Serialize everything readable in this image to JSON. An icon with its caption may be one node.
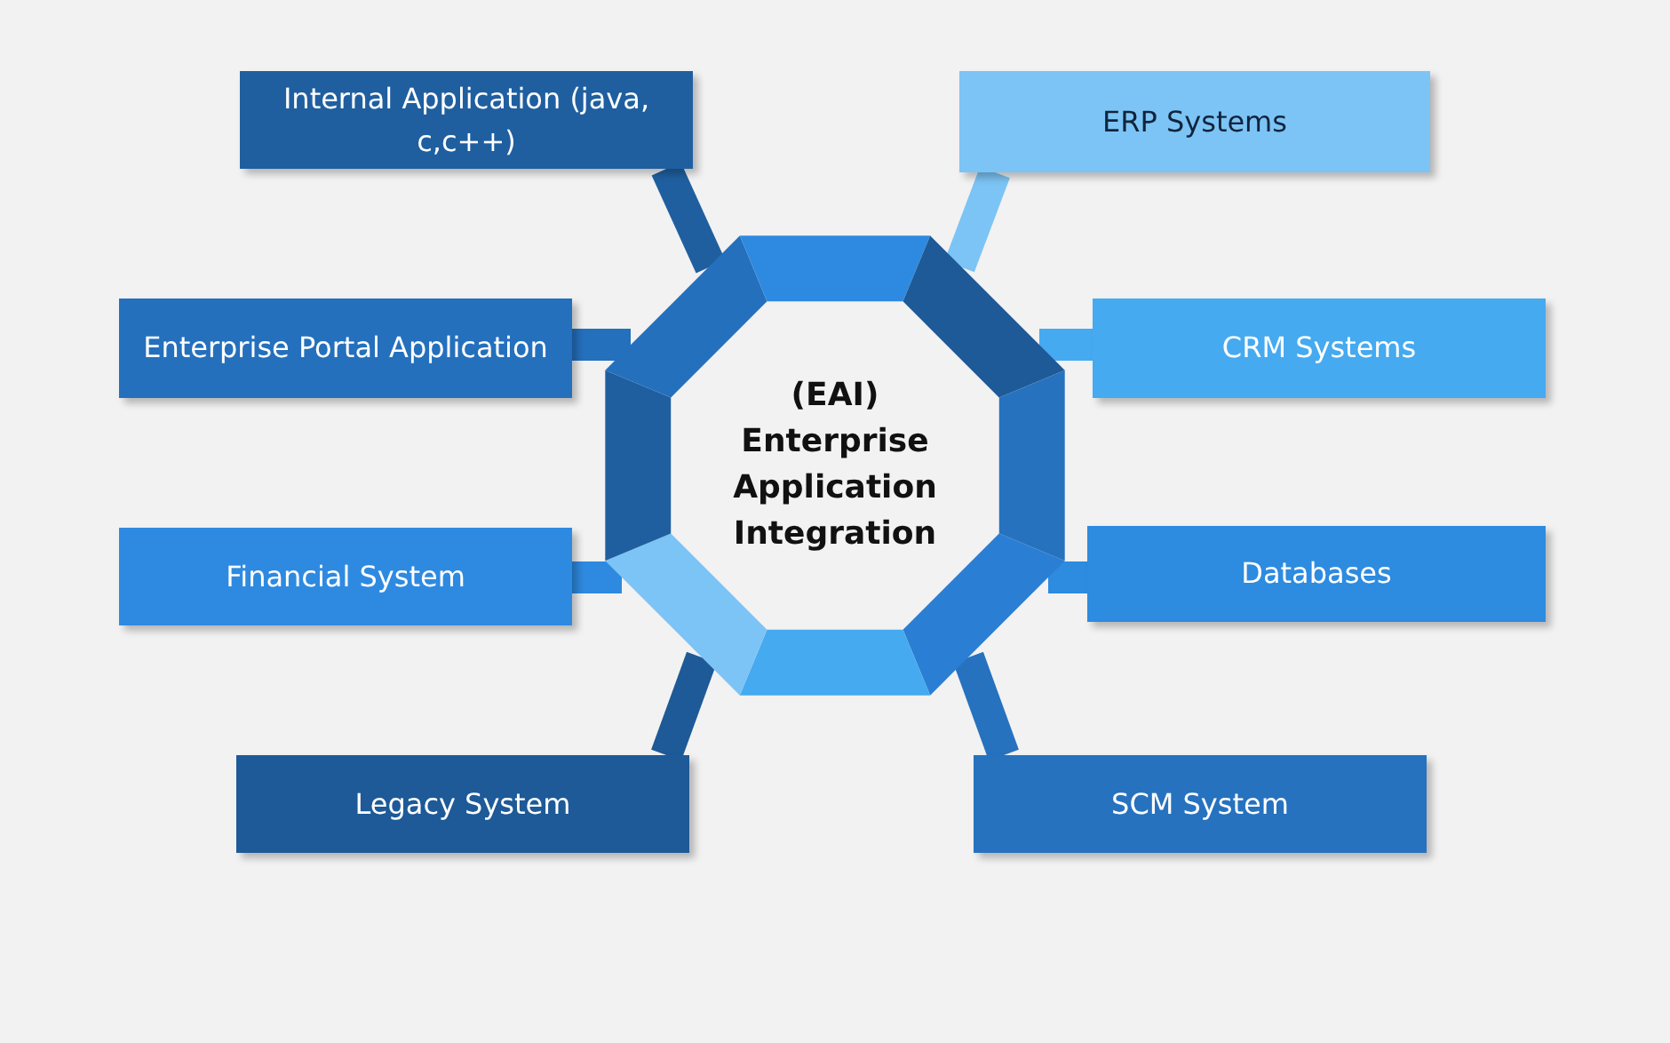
{
  "diagram": {
    "nodes": [
      {
        "text": [
          "(EAI) Enterprise Application Integration"
        ]
      },
      {
        "text": [
          "Internal Application (java, c,c++)"
        ]
      },
      {
        "text": [
          "ERP Systems"
        ]
      },
      {
        "text": [
          "Enterprise Portal Application"
        ]
      },
      {
        "text": [
          "CRM Systems"
        ]
      },
      {
        "text": [
          "Financial System"
        ]
      },
      {
        "text": [
          "Databases"
        ]
      },
      {
        "text": [
          "Legacy System"
        ]
      },
      {
        "text": [
          "SCM System"
        ]
      }
    ],
    "edges": [
      {
        "from": 0,
        "to": 1,
        "arrow": "none",
        "color": "#1f5fa0"
      },
      {
        "from": 0,
        "to": 2,
        "arrow": "none",
        "color": "#7cc4f5"
      },
      {
        "from": 0,
        "to": 3,
        "arrow": "none",
        "color": "#2470bd"
      },
      {
        "from": 0,
        "to": 4,
        "arrow": "none",
        "color": "#45aaf0"
      },
      {
        "from": 0,
        "to": 5,
        "arrow": "none",
        "color": "#2e8ae0"
      },
      {
        "from": 0,
        "to": 6,
        "arrow": "none",
        "color": "#2d8be0"
      },
      {
        "from": 0,
        "to": 7,
        "arrow": "none",
        "color": "#1d5a97"
      },
      {
        "from": 0,
        "to": 8,
        "arrow": "none",
        "color": "#2672bf"
      }
    ]
  }
}
